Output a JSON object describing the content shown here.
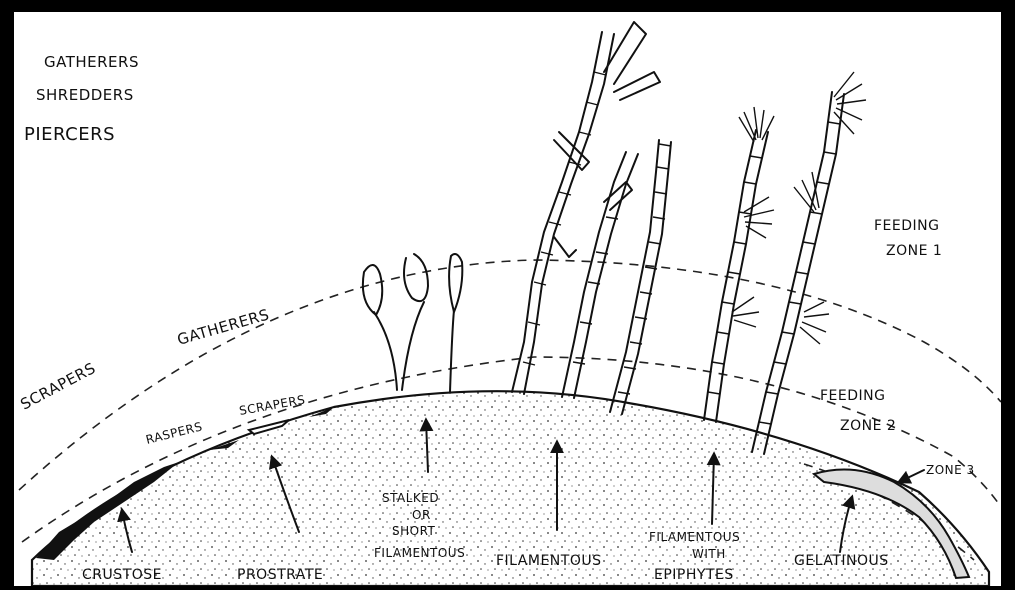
{
  "top_left_labels": [
    "GATHERERS",
    "SHREDDERS",
    "PIERCERS"
  ],
  "zone_labels": {
    "zone1": [
      "FEEDING",
      "ZONE 1"
    ],
    "zone2": [
      "FEEDING",
      "ZONE 2"
    ],
    "zone3": "ZONE 3"
  },
  "curve_labels": {
    "scrapers_outer": "SCRAPERS",
    "gatherers_outer": "GATHERERS",
    "raspers": "RASPERS",
    "scrapers_inner": "SCRAPERS"
  },
  "growth_forms": {
    "crustose": "CRUSTOSE",
    "prostrate": "PROSTRATE",
    "stalked": [
      "STALKED",
      "OR",
      "SHORT",
      "FILAMENTOUS"
    ],
    "filamentous": "FILAMENTOUS",
    "filamentous_epiphytes": [
      "FILAMENTOUS",
      "WITH",
      "EPIPHYTES"
    ],
    "gelatinous": "GELATINOUS"
  },
  "colors": {
    "ink": "#111111",
    "paper": "#ffffff",
    "frame": "#000000"
  }
}
